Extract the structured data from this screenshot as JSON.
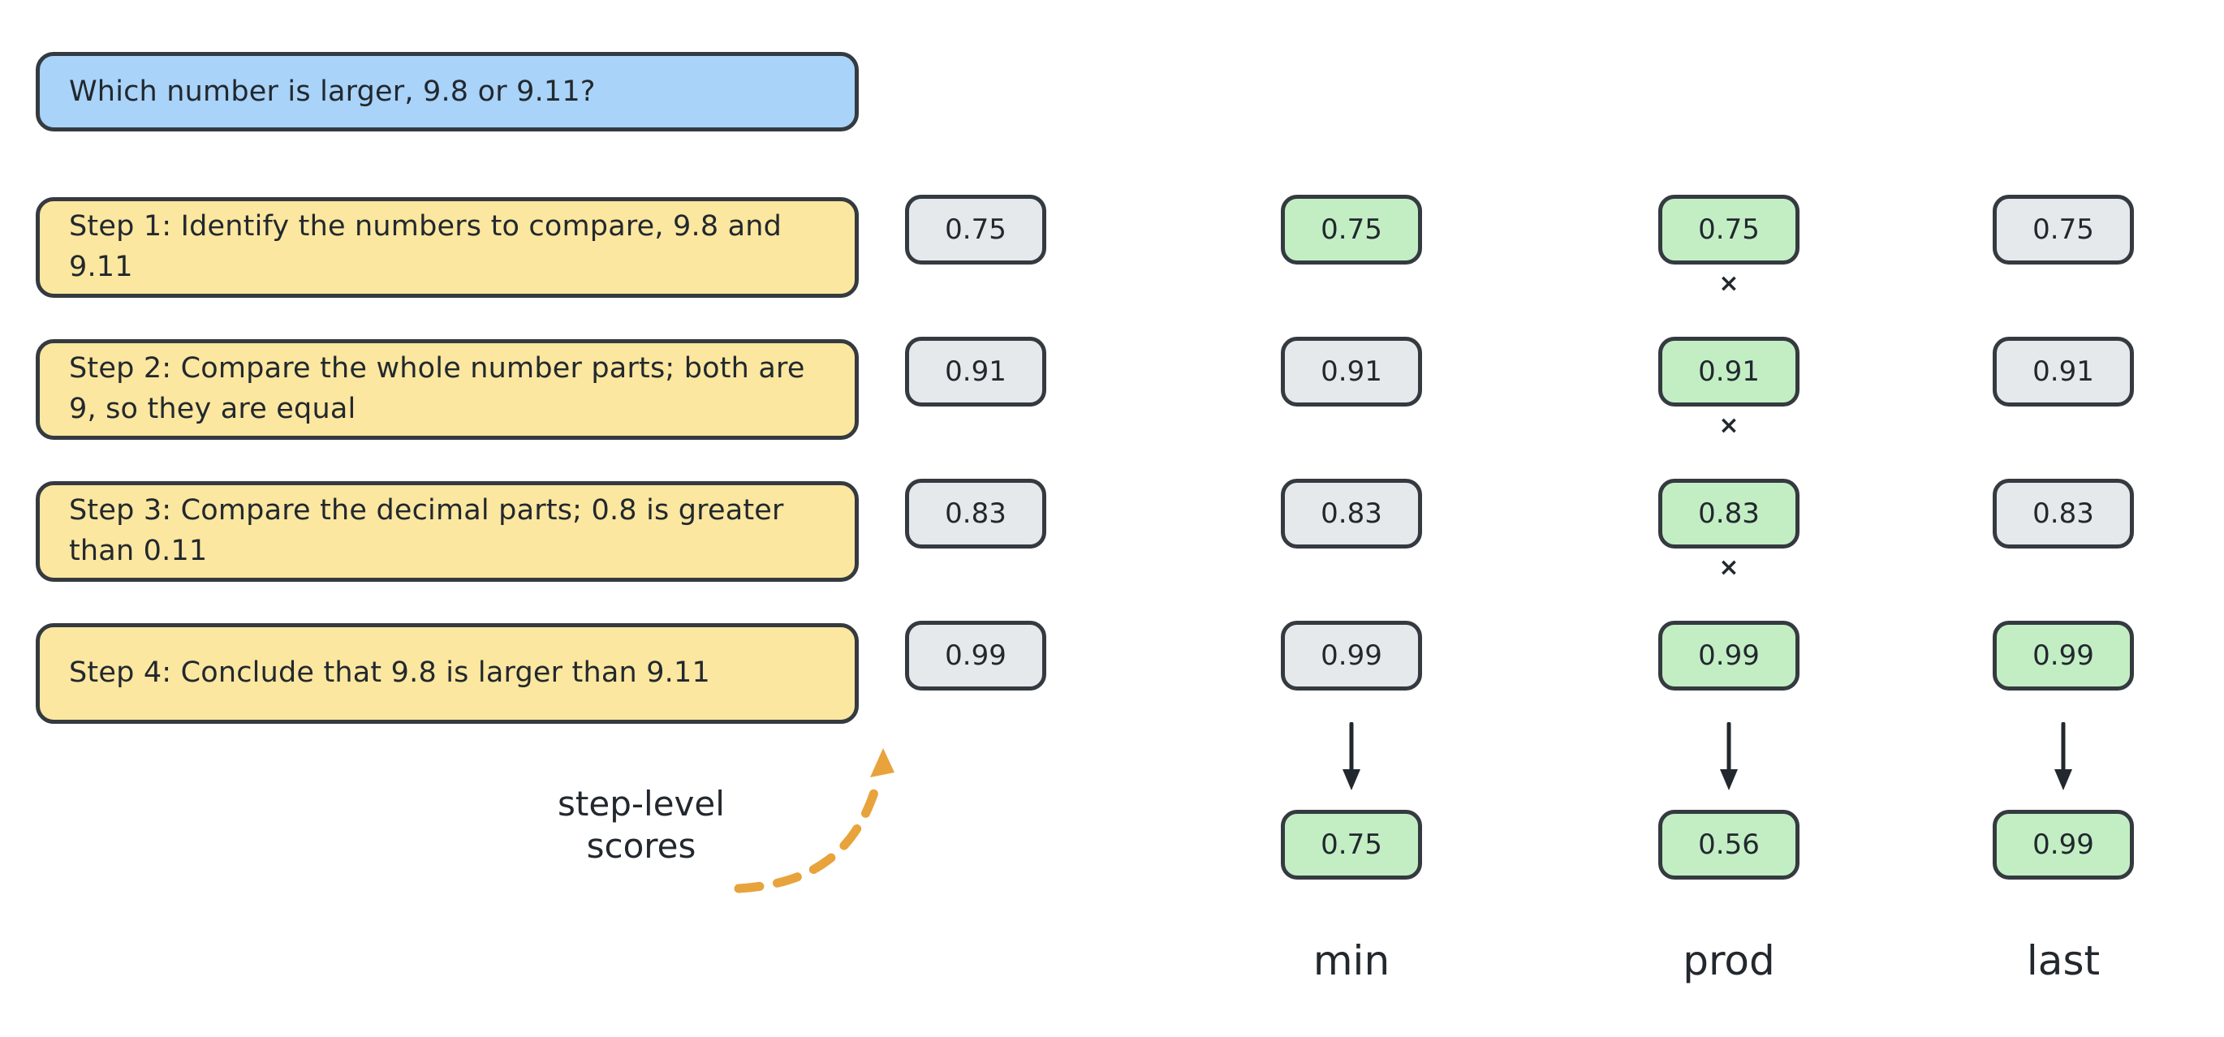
{
  "prompt": {
    "text": "Which number is larger, 9.8 or 9.11?"
  },
  "steps": [
    {
      "text": "Step 1: Identify the numbers to compare, 9.8 and 9.11"
    },
    {
      "text": "Step 2: Compare the whole number parts; both are 9, so they are equal"
    },
    {
      "text": "Step 3: Compare the decimal parts; 0.8 is greater than 0.11"
    },
    {
      "text": "Step 4: Conclude that 9.8 is larger than 9.11"
    }
  ],
  "annotation": {
    "label": "step-level\nscores",
    "line1": "step-level",
    "line2": "scores",
    "arrow_color": "#e8a33d"
  },
  "operators": {
    "multiply": "×"
  },
  "colors": {
    "prompt_fill": "#a9d3f8",
    "step_fill": "#fbe79f",
    "chip_fill": "#e5e9ec",
    "chip_highlight_fill": "#c3eec4",
    "stroke": "#343a40",
    "accent": "#e8a33d"
  },
  "chart_data": {
    "type": "table",
    "title": "",
    "row_labels": [
      "Step 1",
      "Step 2",
      "Step 3",
      "Step 4"
    ],
    "columns": [
      {
        "name": "raw",
        "label": "",
        "values": [
          "0.75",
          "0.91",
          "0.83",
          "0.99"
        ],
        "highlighted": [
          false,
          false,
          false,
          false
        ],
        "aggregate": null
      },
      {
        "name": "min",
        "label": "min",
        "values": [
          "0.75",
          "0.91",
          "0.83",
          "0.99"
        ],
        "highlighted": [
          true,
          false,
          false,
          false
        ],
        "aggregate": "0.75"
      },
      {
        "name": "prod",
        "label": "prod",
        "values": [
          "0.75",
          "0.91",
          "0.83",
          "0.99"
        ],
        "highlighted": [
          true,
          true,
          true,
          true
        ],
        "separators": [
          "×",
          "×",
          "×"
        ],
        "aggregate": "0.56"
      },
      {
        "name": "last",
        "label": "last",
        "values": [
          "0.75",
          "0.91",
          "0.83",
          "0.99"
        ],
        "highlighted": [
          false,
          false,
          false,
          true
        ],
        "aggregate": "0.99"
      }
    ]
  }
}
